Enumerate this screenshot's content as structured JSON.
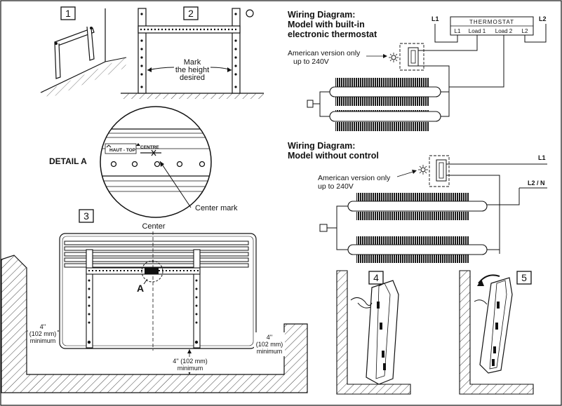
{
  "steps": {
    "s1": "1",
    "s2": "2",
    "s3": "3",
    "s4": "4",
    "s5": "5"
  },
  "step2": {
    "mark_text": [
      "Mark",
      "the height",
      "desired"
    ]
  },
  "detail": {
    "title": "DETAIL A",
    "haut_top": "HAUT - TOP",
    "centre": "CENTRE",
    "center_mark": "Center mark"
  },
  "step3": {
    "center": "Center",
    "point_a": "A",
    "left_clear": [
      "4''",
      "(102 mm)",
      "minimum"
    ],
    "right_clear": [
      "4''",
      "(102 mm)",
      "minimum"
    ],
    "bottom_clear": [
      "4'' (102 mm)",
      "minimum"
    ]
  },
  "wiring1": {
    "title": [
      "Wiring Diagram:",
      "Model with built-in",
      "electronic thermostat"
    ],
    "american": [
      "American version only",
      "up to 240V"
    ],
    "l1": "L1",
    "l2": "L2",
    "thermostat": "THERMOSTAT",
    "terminals": [
      "L1",
      "Load 1",
      "Load 2",
      "L2"
    ]
  },
  "wiring2": {
    "title": [
      "Wiring Diagram:",
      "Model without control"
    ],
    "american": [
      "American version only",
      "up to 240V"
    ],
    "l1": "L1",
    "l2n": "L2 / N"
  },
  "colors": {
    "ink": "#111111",
    "fin": "#1a1a1a",
    "hatch": "#444444"
  }
}
